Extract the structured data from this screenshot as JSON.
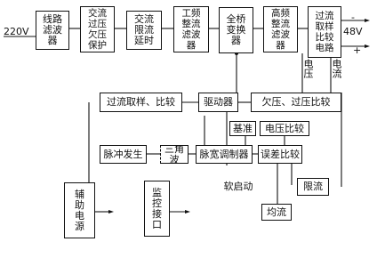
{
  "input_voltage": "220V",
  "output_voltage": "48V",
  "output_minus": "-",
  "output_plus": "+",
  "top_chain": {
    "line_filter": "线路滤波器",
    "ac_protect": "交流过压欠压保护",
    "ac_delay": "交流限流延时",
    "lf_rectifier": "工频整流滤波器",
    "full_bridge": "全桥变换器",
    "hf_rectifier": "高频整流滤波器",
    "overcurrent_sense": "过流取样比较电路"
  },
  "side_labels": {
    "voltage": "电压",
    "current": "电流"
  },
  "mid_row": {
    "overcurrent_compare": "过流取样、比较",
    "driver": "驱动器",
    "under_over_voltage_compare": "欠压、过压比较"
  },
  "control": {
    "reference": "基准",
    "voltage_compare": "电压比较",
    "pulse_gen": "脉冲发生",
    "triangle": "三角波",
    "pwm": "脉宽调制器",
    "error_compare": "误差比较",
    "soft_start": "软启动",
    "current_limit": "限流",
    "current_share": "均流"
  },
  "bottom": {
    "aux_power": "辅助电源",
    "monitor_interface": "监控接口"
  }
}
